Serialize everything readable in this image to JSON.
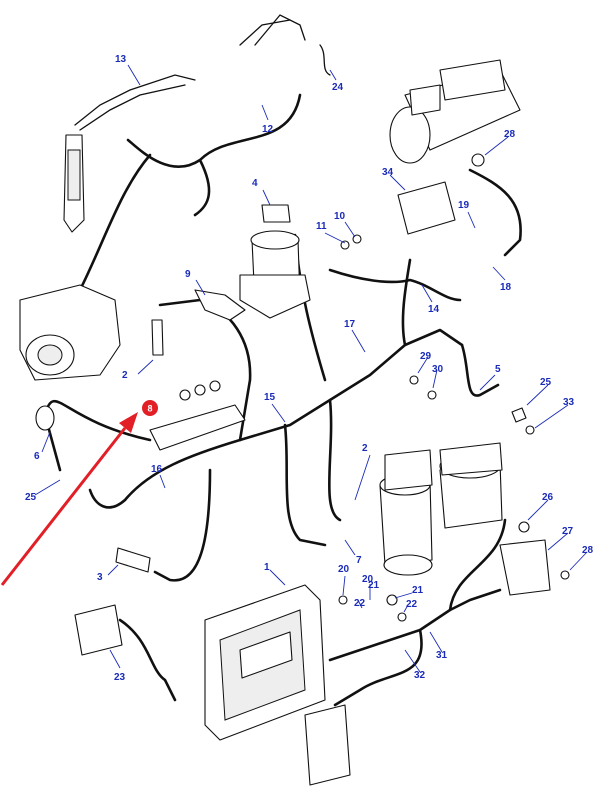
{
  "diagram": {
    "callouts": [
      "1",
      "2",
      "2",
      "3",
      "4",
      "5",
      "6",
      "7",
      "8",
      "9",
      "10",
      "11",
      "12",
      "13",
      "14",
      "15",
      "16",
      "17",
      "18",
      "19",
      "20",
      "20",
      "21",
      "21",
      "22",
      "22",
      "23",
      "24",
      "25",
      "25",
      "26",
      "27",
      "28",
      "28",
      "29",
      "30",
      "31",
      "32",
      "33",
      "34"
    ],
    "highlighted": "8",
    "colors": {
      "callout": "#1a2bb8",
      "highlight": "#e21f26",
      "line": "#111111"
    }
  }
}
